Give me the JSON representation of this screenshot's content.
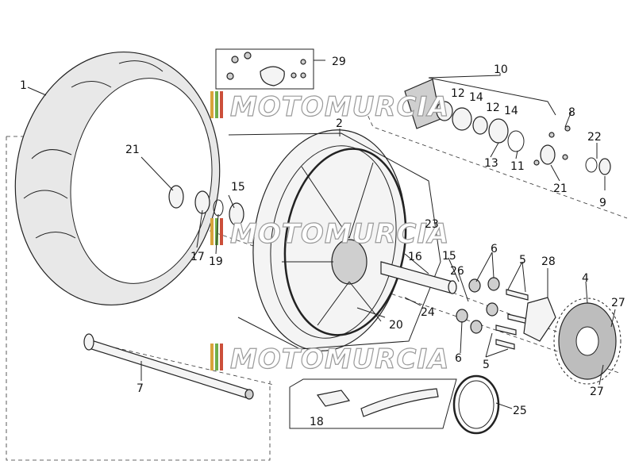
{
  "diagram": {
    "watermark_text": "MOTOMURCIA",
    "callouts": [
      {
        "id": "c1",
        "text": "1"
      },
      {
        "id": "c2",
        "text": "2"
      },
      {
        "id": "c4",
        "text": "4"
      },
      {
        "id": "c5a",
        "text": "5"
      },
      {
        "id": "c5b",
        "text": "5"
      },
      {
        "id": "c6a",
        "text": "6"
      },
      {
        "id": "c6b",
        "text": "6"
      },
      {
        "id": "c7",
        "text": "7"
      },
      {
        "id": "c8",
        "text": "8"
      },
      {
        "id": "c9",
        "text": "9"
      },
      {
        "id": "c10",
        "text": "10"
      },
      {
        "id": "c11",
        "text": "11"
      },
      {
        "id": "c12a",
        "text": "12"
      },
      {
        "id": "c12b",
        "text": "12"
      },
      {
        "id": "c13",
        "text": "13"
      },
      {
        "id": "c14a",
        "text": "14"
      },
      {
        "id": "c14b",
        "text": "14"
      },
      {
        "id": "c15a",
        "text": "15"
      },
      {
        "id": "c15b",
        "text": "15"
      },
      {
        "id": "c16",
        "text": "16"
      },
      {
        "id": "c17",
        "text": "17"
      },
      {
        "id": "c18",
        "text": "18"
      },
      {
        "id": "c19",
        "text": "19"
      },
      {
        "id": "c20",
        "text": "20"
      },
      {
        "id": "c21a",
        "text": "21"
      },
      {
        "id": "c21b",
        "text": "21"
      },
      {
        "id": "c22",
        "text": "22"
      },
      {
        "id": "c23",
        "text": "23"
      },
      {
        "id": "c24",
        "text": "24"
      },
      {
        "id": "c25",
        "text": "25"
      },
      {
        "id": "c26",
        "text": "26"
      },
      {
        "id": "c27a",
        "text": "27"
      },
      {
        "id": "c27b",
        "text": "27"
      },
      {
        "id": "c28",
        "text": "28"
      },
      {
        "id": "c29",
        "text": "29"
      }
    ]
  }
}
